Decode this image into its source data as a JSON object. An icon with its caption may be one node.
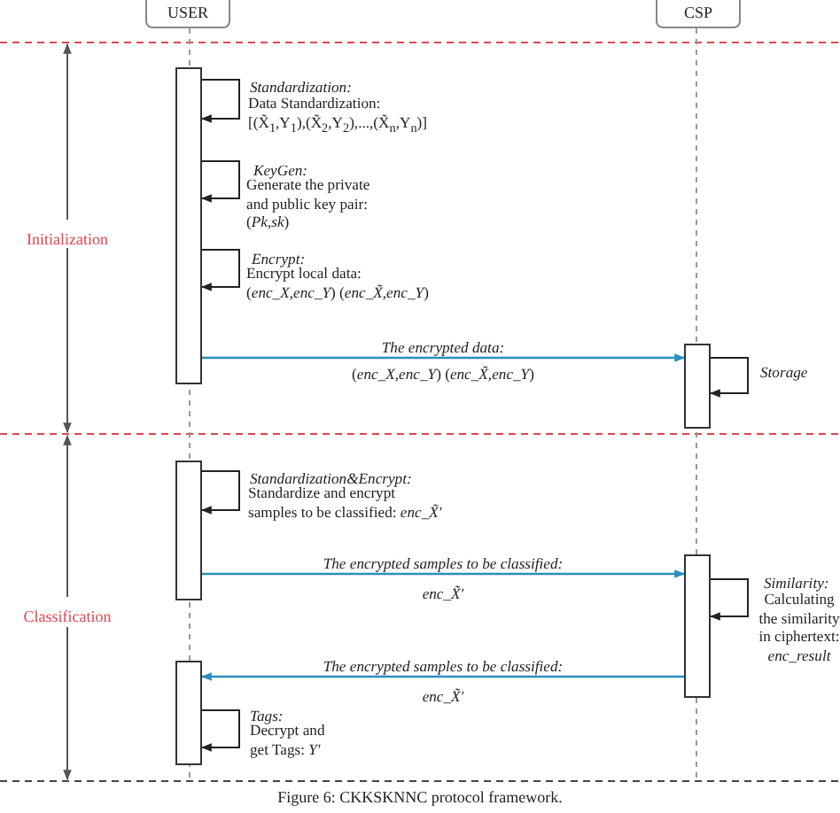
{
  "diagram": {
    "caption": "Figure 6: CKKSKNNC protocol framework.",
    "nodes": [
      {
        "text": [
          "USER"
        ]
      },
      {
        "text": [
          "CSP"
        ]
      },
      {
        "text": [],
        "shape": "bar"
      },
      {
        "text": [],
        "shape": "bar"
      },
      {
        "text": [],
        "shape": "bar"
      },
      {
        "text": [],
        "shape": "bar"
      },
      {
        "text": [],
        "shape": "bar"
      }
    ],
    "edges": [
      {
        "from": 2,
        "to": 2,
        "arrow": "to",
        "label": "Standardization:"
      },
      {
        "from": 2,
        "to": 2,
        "arrow": "to",
        "label": "KeyGen:"
      },
      {
        "from": 2,
        "to": 2,
        "arrow": "to",
        "label": "Encrypt:"
      },
      {
        "from": 2,
        "to": 3,
        "arrow": "to",
        "label": "The encrypted data:",
        "color": "#2a8fbd"
      },
      {
        "from": 3,
        "to": 3,
        "arrow": "to",
        "label": "Storage"
      },
      {
        "from": 4,
        "to": 4,
        "arrow": "to",
        "label": "Standardization&Encrypt:"
      },
      {
        "from": 4,
        "to": 5,
        "arrow": "to",
        "label": "The encrypted samples to be classified:",
        "color": "#2a8fbd"
      },
      {
        "from": 5,
        "to": 5,
        "arrow": "to",
        "label": "Similarity:"
      },
      {
        "from": 5,
        "to": 6,
        "arrow": "to",
        "label": "The encrypted samples to be classified:",
        "color": "#2a8fbd"
      },
      {
        "from": 6,
        "to": 6,
        "arrow": "to",
        "label": "Tags:"
      }
    ],
    "labels": [
      "Initialization",
      "Data Standardization: [(X̃$_{1}$,Y$_{1}$),(X̃$_{2}$,Y$_{2}$),...,(X̃$_{n}$,Y$_{n}$)]",
      "Generate the private and public key pair: (*Pk*,*sk*)",
      "Encrypt local data: (*enc_X*,*enc_Y*) (*enc_X̃*,*enc_Y*)",
      "(*enc_X*,*enc_Y*) (*enc_X̃*,*enc_Y*)",
      "Classification",
      "Standardize and encrypt samples to be classified: *enc_X̃′*",
      "enc_X̃′",
      "Calculating the similarity in ciphertext: *enc_result*",
      "enc_X̃′",
      "Decrypt and get Tags: *Y′*"
    ]
  }
}
